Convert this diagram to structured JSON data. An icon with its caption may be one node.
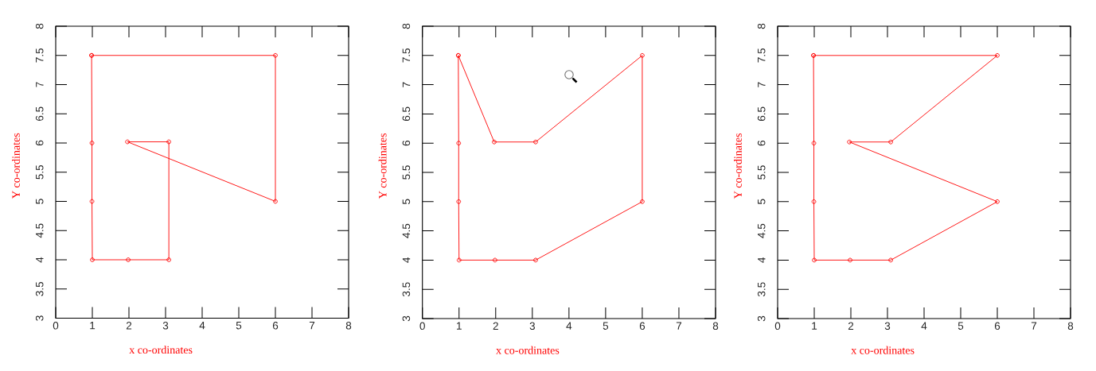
{
  "diagram": {
    "chart_data": [
      {
        "type": "scatter",
        "xlabel": "x co-ordinates",
        "ylabel": "Y co-ordinates",
        "x": [
          0.98,
          6,
          6,
          1.96,
          3.09,
          3.09,
          1.98,
          1,
          0.99,
          0.99,
          0.98
        ],
        "series": [
          {
            "color": "#ff0000",
            "values": [
              7.5,
              7.5,
              5,
              6.02,
              6.02,
              4,
              4,
              4,
              5,
              6,
              7.5
            ]
          }
        ],
        "xlim": [
          0,
          8
        ],
        "ylim": [
          3,
          8
        ],
        "xticks": [
          0,
          1,
          2,
          3,
          4,
          5,
          6,
          7,
          8
        ],
        "yticks": [
          3,
          3.5,
          4,
          4.5,
          5,
          5.5,
          6,
          6.5,
          7,
          7.5,
          8
        ]
      },
      {
        "type": "scatter",
        "xlabel": "x co-ordinates",
        "ylabel": "Y co-ordinates",
        "x": [
          0.98,
          1.96,
          3.09,
          6,
          6,
          3.09,
          1.98,
          1,
          0.99,
          0.99,
          0.98
        ],
        "series": [
          {
            "color": "#ff0000",
            "values": [
              7.5,
              6.02,
              6.02,
              7.5,
              5,
              4,
              4,
              4,
              5,
              6,
              7.5
            ]
          }
        ],
        "xlim": [
          0,
          8
        ],
        "ylim": [
          3,
          8
        ],
        "xticks": [
          0,
          1,
          2,
          3,
          4,
          5,
          6,
          7,
          8
        ],
        "yticks": [
          3,
          3.5,
          4,
          4.5,
          5,
          5.5,
          6,
          6.5,
          7,
          7.5,
          8
        ]
      },
      {
        "type": "scatter",
        "xlabel": "x co-ordinates",
        "ylabel": "Y co-ordinates",
        "x": [
          0.98,
          6,
          3.09,
          1.96,
          6,
          3.09,
          1.98,
          1,
          0.99,
          0.99,
          0.98
        ],
        "series": [
          {
            "color": "#ff0000",
            "values": [
              7.5,
              7.5,
              6.02,
              6.02,
              5,
              4,
              4,
              4,
              5,
              6,
              7.5
            ]
          }
        ],
        "xlim": [
          0,
          8
        ],
        "ylim": [
          3,
          8
        ],
        "xticks": [
          0,
          1,
          2,
          3,
          4,
          5,
          6,
          7,
          8
        ],
        "yticks": [
          3,
          3.5,
          4,
          4.5,
          5,
          5.5,
          6,
          6.5,
          7,
          7.5,
          8
        ]
      }
    ]
  }
}
